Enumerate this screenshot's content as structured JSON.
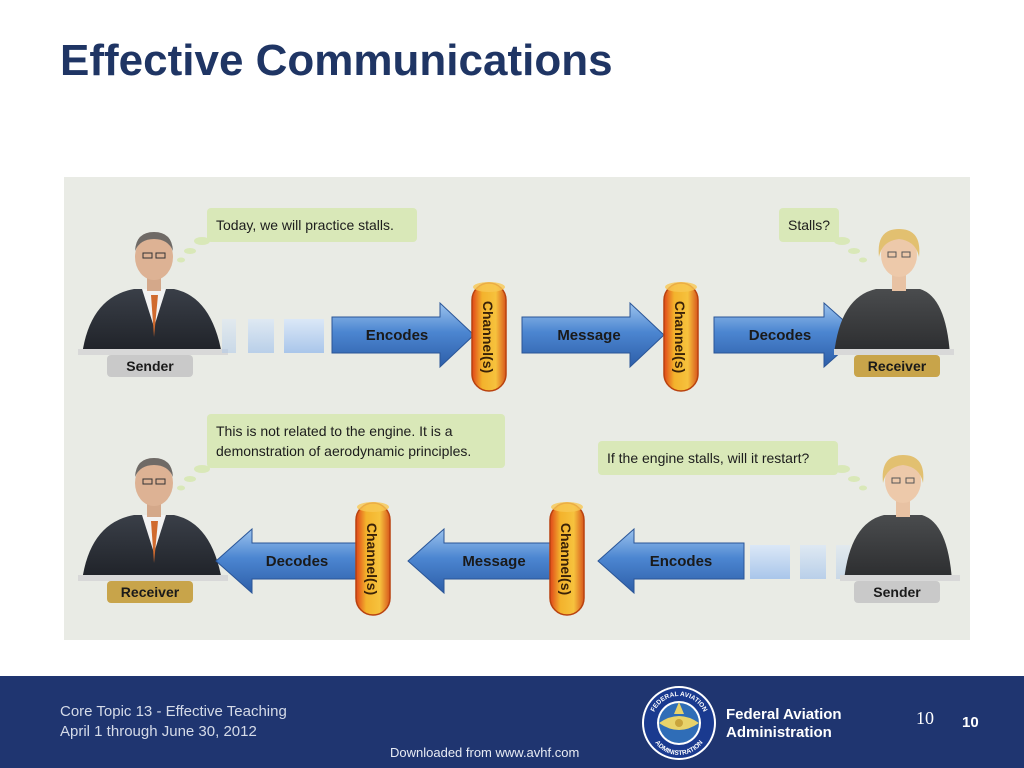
{
  "slide": {
    "title": "Effective Communications"
  },
  "diagram": {
    "top_row": {
      "sender_bubble": "Today, we will practice stalls.",
      "receiver_bubble": "Stalls?",
      "left_label": "Sender",
      "right_label": "Receiver",
      "arrow_1": "Encodes",
      "channel_1": "Channel(s)",
      "arrow_2": "Message",
      "channel_2": "Channel(s)",
      "arrow_3": "Decodes"
    },
    "bottom_row": {
      "left_bubble_line1": "This is not related to the engine. It is a",
      "left_bubble_line2": "demonstration of aerodynamic principles.",
      "right_bubble": "If the engine stalls, will it restart?",
      "left_label": "Receiver",
      "right_label": "Sender",
      "arrow_1": "Decodes",
      "channel_1": "Channel(s)",
      "arrow_2": "Message",
      "channel_2": "Channel(s)",
      "arrow_3": "Encodes"
    }
  },
  "footer": {
    "course_line1": "Core Topic 13 - Effective Teaching",
    "course_line2": "April 1 through June 30, 2012",
    "agency_line1": "Federal Aviation",
    "agency_line2": "Administration",
    "page_number_serif": "10",
    "page_number": "10",
    "download_note": "Downloaded from www.avhf.com",
    "seal_text_top": "FEDERAL AVIATION",
    "seal_text_bottom": "ADMINISTRATION"
  },
  "colors": {
    "title": "#1f3564",
    "footer_bg": "#1f3570",
    "arrow_blue": "#3f78c4",
    "channel_orange": "#e8a012",
    "receiver_label": "#c8a44a",
    "sender_label": "#c9c9c9",
    "bubble": "#d9e8b8"
  }
}
